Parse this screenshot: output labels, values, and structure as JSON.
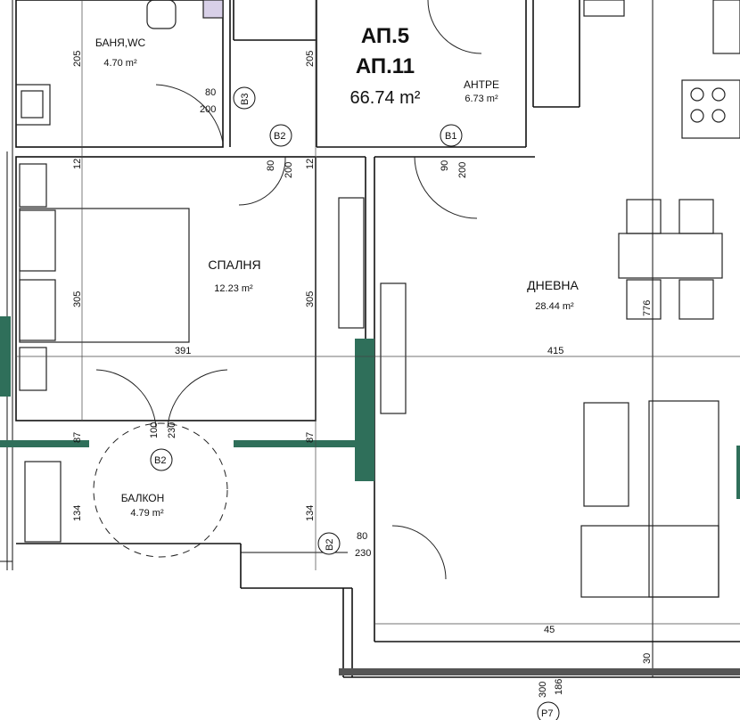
{
  "apartment": {
    "name_1": "АП.5",
    "name_2": "АП.11",
    "area": "66.74 m²"
  },
  "rooms": {
    "bath": {
      "name": "БАНЯ,WC",
      "area": "4.70 m²"
    },
    "hall": {
      "name": "АНТРЕ",
      "area": "6.73 m²"
    },
    "bedroom": {
      "name": "СПАЛНЯ",
      "area": "12.23 m²"
    },
    "living": {
      "name": "ДНЕВНА",
      "area": "28.44 m²"
    },
    "balcony": {
      "name": "БАЛКОН",
      "area": "4.79 m²"
    }
  },
  "dimensions": {
    "d205a": "205",
    "d205b": "205",
    "d80a": "80",
    "d200a": "200",
    "d12a": "12",
    "d12b": "12",
    "d80b": "80",
    "d200b": "200",
    "d90": "90",
    "d200c": "200",
    "d305a": "305",
    "d305b": "305",
    "d776": "776",
    "d391": "391",
    "d415": "415",
    "d87a": "87",
    "d87b": "87",
    "d100": "100",
    "d230a": "230",
    "d134a": "134",
    "d134b": "134",
    "d80c": "80",
    "d230b": "230",
    "d45": "45",
    "d300": "300",
    "d186": "186",
    "d30": "30"
  },
  "door_tags": {
    "b3": "B3",
    "b2a": "B2",
    "b1": "B1",
    "b2b": "B2",
    "b2c": "B2",
    "p7": "P7"
  }
}
